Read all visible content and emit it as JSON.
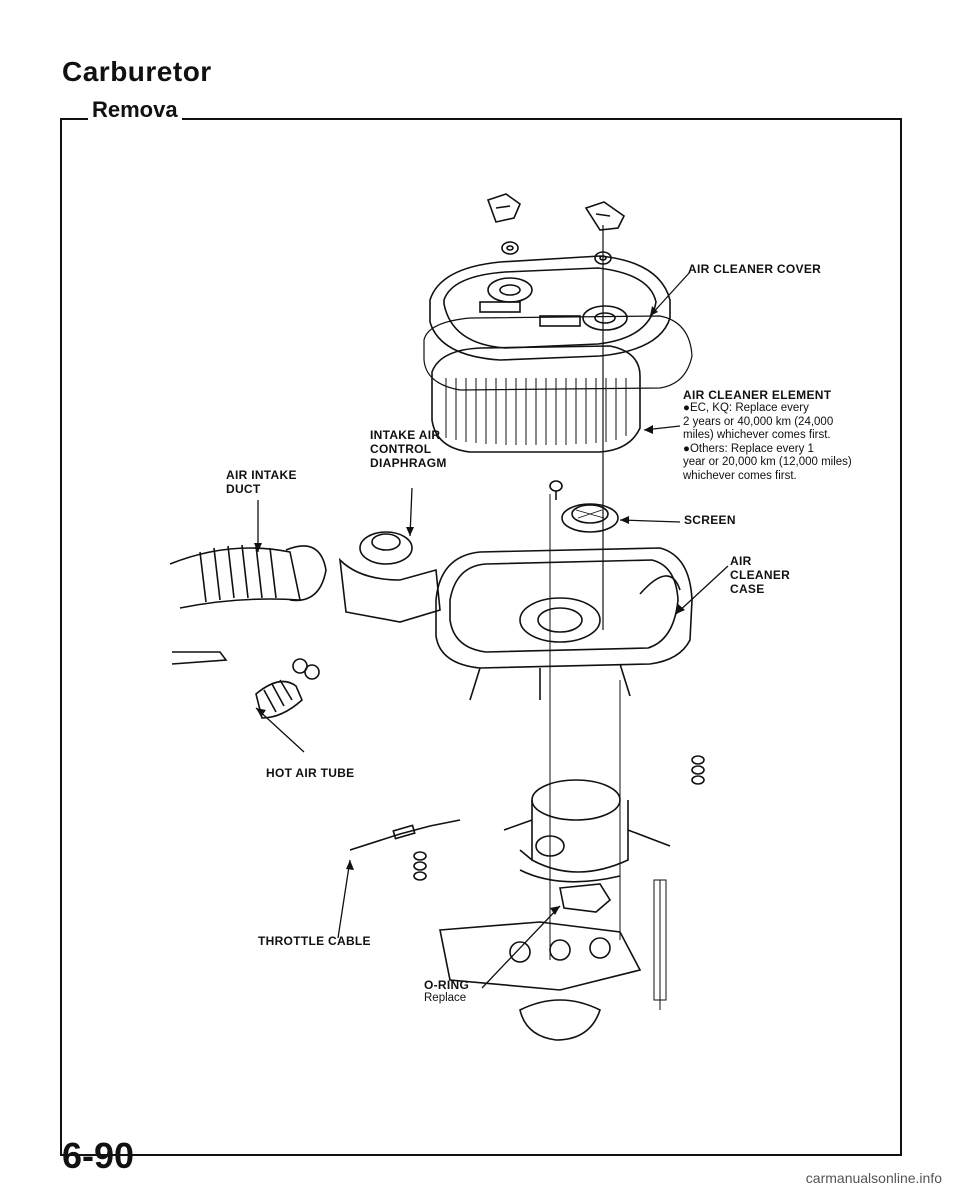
{
  "page": {
    "title": "Carburetor",
    "section_heading": "Remova",
    "page_number": "6-90",
    "watermark": "carmanualsonline.info"
  },
  "labels": {
    "air_cleaner_cover": "AIR CLEANER COVER",
    "air_cleaner_element": {
      "title": "AIR CLEANER ELEMENT",
      "lines": [
        "●EC, KQ: Replace every",
        "2 years or 40,000 km (24,000",
        "miles) whichever comes first.",
        "●Others: Replace every 1",
        "year or 20,000 km (12,000 miles)",
        "whichever comes first."
      ]
    },
    "intake_air_control_diaphragm": [
      "INTAKE AIR",
      "CONTROL",
      "DIAPHRAGM"
    ],
    "air_intake_duct": [
      "AIR INTAKE",
      "DUCT"
    ],
    "screen": "SCREEN",
    "air_cleaner_case": [
      "AIR",
      "CLEANER",
      "CASE"
    ],
    "hot_air_tube": "HOT AIR TUBE",
    "throttle_cable": "THROTTLE CABLE",
    "o_ring": {
      "title": "O-RING",
      "note": "Replace"
    }
  }
}
